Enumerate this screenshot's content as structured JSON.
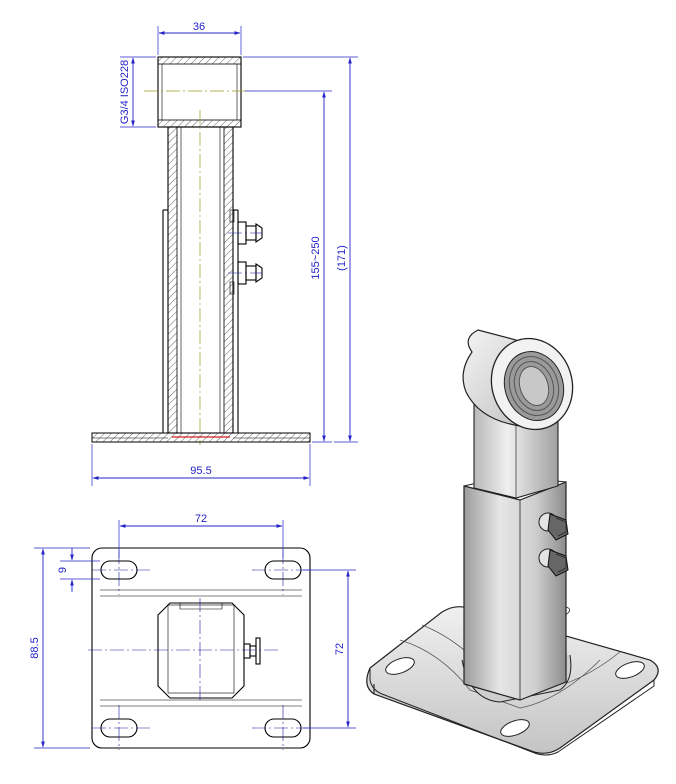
{
  "dimensions": {
    "top_width": "36",
    "thread_spec": "G3/4 ISO228",
    "height_range": "155~250",
    "total_height": "(171)",
    "base_width": "95.5",
    "hole_spacing_x": "72",
    "slot_width": "9",
    "plate_height": "88.5",
    "hole_spacing_y": "72"
  },
  "colors": {
    "dimension": "#2424c8",
    "object": "#000000",
    "centerline": "#1a1aa0",
    "axis_centerline": "#9a9a20",
    "base_highlight": "#d02020",
    "iso_fill": "#d8d8d8"
  }
}
